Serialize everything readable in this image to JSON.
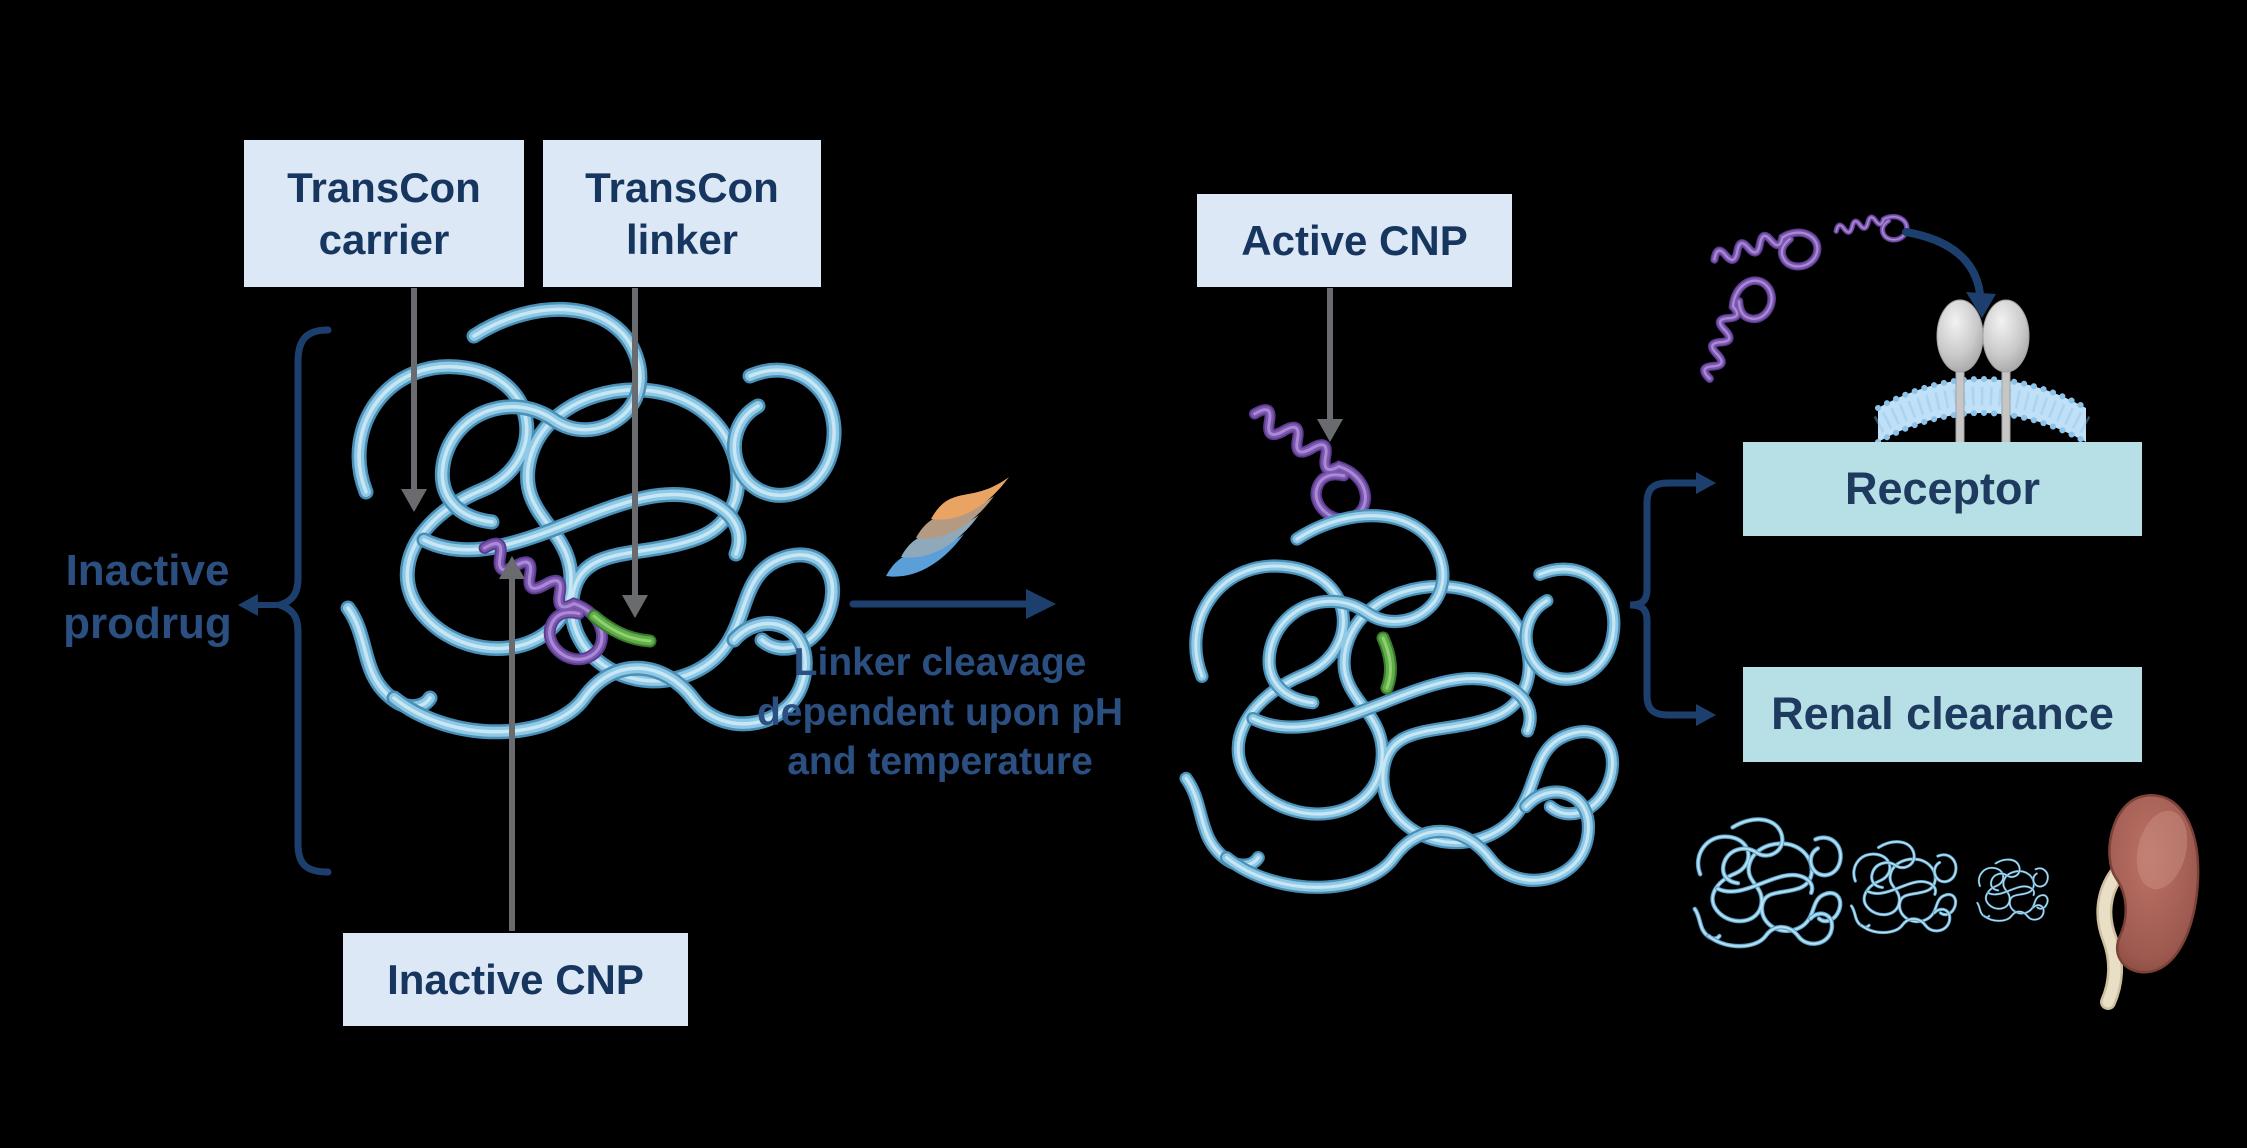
{
  "boxes": {
    "transcon_carrier": {
      "line1": "TransCon",
      "line2": "carrier"
    },
    "transcon_linker": {
      "line1": "TransCon",
      "line2": "linker"
    },
    "active_cnp": {
      "label": "Active CNP"
    },
    "inactive_cnp": {
      "label": "Inactive CNP"
    },
    "receptor": {
      "label": "Receptor"
    },
    "renal_clearance": {
      "label": "Renal clearance"
    }
  },
  "annotations": {
    "inactive_prodrug": {
      "line1": "Inactive",
      "line2": "prodrug"
    },
    "cleavage": {
      "line1": "Linker cleavage",
      "line2": "dependent upon pH",
      "line3": "and temperature"
    }
  },
  "icons": {
    "waves": "ascendis-waves-icon",
    "kidney": "kidney-icon",
    "receptor": "receptor-dimer-icon",
    "membrane": "cell-membrane-icon"
  },
  "colors": {
    "background": "#000000",
    "label_box_bg": "#dce8f5",
    "label_box_text": "#17365f",
    "teal_box_bg": "#b7e0e6",
    "teal_box_text": "#1e3a5f",
    "on_black_text": "#2a4f80",
    "arrow_gray": "#6a6b6e",
    "brand_navy": "#1d3f6e",
    "ribbon_edge": "#4a8fb6",
    "ribbon_core": "#8fc9e5",
    "ribbon_highlight": "#d9f0fa",
    "peptide_purple": "#7e57b0",
    "peptide_purple_dark": "#5a3c8e",
    "peptide_purple_hi": "#b094dc",
    "linker_green": "#5fae47",
    "linker_green_dark": "#3a7a2e",
    "linker_green_hi": "#9ed77f",
    "wave_blue": "#5b9fd8",
    "wave_slate": "#8fa9bb",
    "wave_tan": "#b49a82",
    "wave_orange": "#e9a362",
    "membrane_blue": "#bfe0f6",
    "membrane_bead": "#8cc3ea",
    "receptor_gray": "#cfcfcf",
    "kidney_brown": "#9e5a50",
    "ureter_cream": "#e9dec6"
  }
}
